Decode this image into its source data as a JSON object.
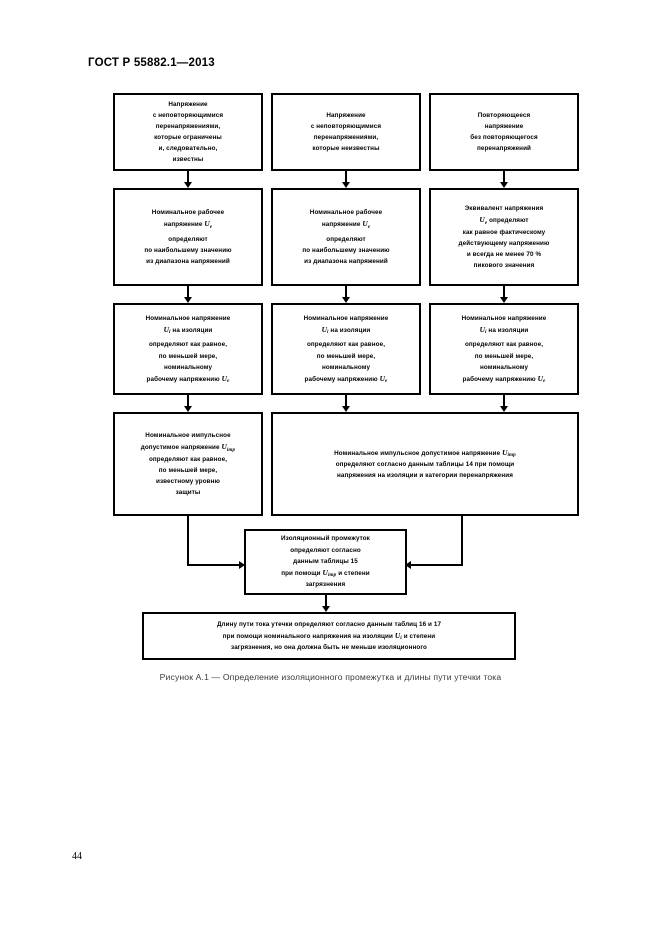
{
  "document": {
    "header": "ГОСТ Р 55882.1—2013",
    "page_number": "44"
  },
  "figure": {
    "caption": "Рисунок А.1 — Определение изоляционного промежутка и длины пути утечки тока",
    "row1": [
      {
        "id": "voltage-non-repetitive-known",
        "lines": [
          "Напряжение",
          "с неповторяющимися",
          "перенапряжениями,",
          "которые ограничены",
          "и, следовательно,",
          "известны"
        ]
      },
      {
        "id": "voltage-non-repetitive-unknown",
        "lines": [
          "Напряжение",
          "с неповторяющимися",
          "перенапряжениями,",
          "которые неизвестны"
        ]
      },
      {
        "id": "voltage-repetitive",
        "lines": [
          "Повторяющееся",
          "напряжение",
          "без повторяющегося",
          "перенапряжений"
        ]
      }
    ],
    "row2": [
      {
        "id": "rated-operational-voltage-left",
        "lines_a": [
          "Номинальное рабочее",
          "напряжение"
        ],
        "symbol": "U",
        "symbol_sub": "e",
        "lines_b": [
          "определяют",
          "по наибольшему значению",
          "из диапазона напряжений"
        ]
      },
      {
        "id": "rated-operational-voltage-middle",
        "lines_a": [
          "Номинальное рабочее",
          "напряжение"
        ],
        "symbol": "U",
        "symbol_sub": "e",
        "lines_b": [
          "определяют",
          "по наибольшему значению",
          "из диапазона напряжений"
        ]
      },
      {
        "id": "equivalent-voltage-right",
        "lines_a": [
          "Эквивалент напряжения"
        ],
        "symbol": "U",
        "symbol_sub": "e",
        "symbol_tail": "определяют",
        "lines_b": [
          "как равное фактическому",
          "действующему напряжению",
          "и всегда не менее 70 %",
          "пикового значения"
        ]
      }
    ],
    "row3": [
      {
        "id": "rated-insulation-voltage-left",
        "line1_a": "Номинальное напряжение",
        "symbol": "U",
        "symbol_sub": "i",
        "line2_tail": "на изоляции",
        "lines_b": [
          "определяют как равное,",
          "по меньшей мере,",
          "номинальному"
        ],
        "last_a": "рабочему напряжению",
        "last_symbol": "U",
        "last_symbol_sub": "e"
      },
      {
        "id": "rated-insulation-voltage-middle",
        "line1_a": "Номинальное напряжение",
        "symbol": "U",
        "symbol_sub": "i",
        "line2_tail": "на изоляции",
        "lines_b": [
          "определяют как равное,",
          "по меньшей мере,",
          "номинальному"
        ],
        "last_a": "рабочему напряжению",
        "last_symbol": "U",
        "last_symbol_sub": "e"
      },
      {
        "id": "rated-insulation-voltage-right",
        "line1_a": "Номинальное напряжение",
        "symbol": "U",
        "symbol_sub": "i",
        "line2_tail": "на изоляции",
        "lines_b": [
          "определяют как равное,",
          "по меньшей мере,",
          "номинальному"
        ],
        "last_a": "рабочему напряжению",
        "last_symbol": "U",
        "last_symbol_sub": "e"
      }
    ],
    "row4_left": {
      "id": "rated-impulse-withstand-voltage-known-protection",
      "line1": "Номинальное импульсное",
      "line2_a": "допустимое напряжение",
      "symbol": "U",
      "symbol_sub": "imp",
      "lines_b": [
        "определяют как равное,",
        "по меньшей мере,",
        "известному уровню",
        "защиты"
      ]
    },
    "row4_wide": {
      "id": "rated-impulse-withstand-voltage-table14",
      "line1_a": "Номинальное импульсное допустимое напряжение",
      "symbol": "U",
      "symbol_sub": "imp",
      "lines_b": [
        "определяют согласно данным таблицы 14 при помощи",
        "напряжения на изоляции и категории перенапряжения"
      ]
    },
    "clearance_box": {
      "id": "clearance-determination",
      "lines_a": [
        "Изоляционный промежуток",
        "определяют согласно",
        "данным таблицы 15"
      ],
      "line_prefix": "при помощи",
      "symbol": "U",
      "symbol_sub": "imp",
      "line_suffix": "и степени",
      "lines_b": [
        "загрязнения"
      ]
    },
    "creepage_box": {
      "id": "creepage-distance-determination",
      "line1": "Длину пути тока утечки определяют согласно данным таблиц 16 и 17",
      "line2_a": "при помощи номинального напряжения на изоляции",
      "symbol": "U",
      "symbol_sub": "i",
      "line2_tail": "и степени",
      "line3": "загрязнения, но она должна быть не меньше изоляционного"
    }
  }
}
